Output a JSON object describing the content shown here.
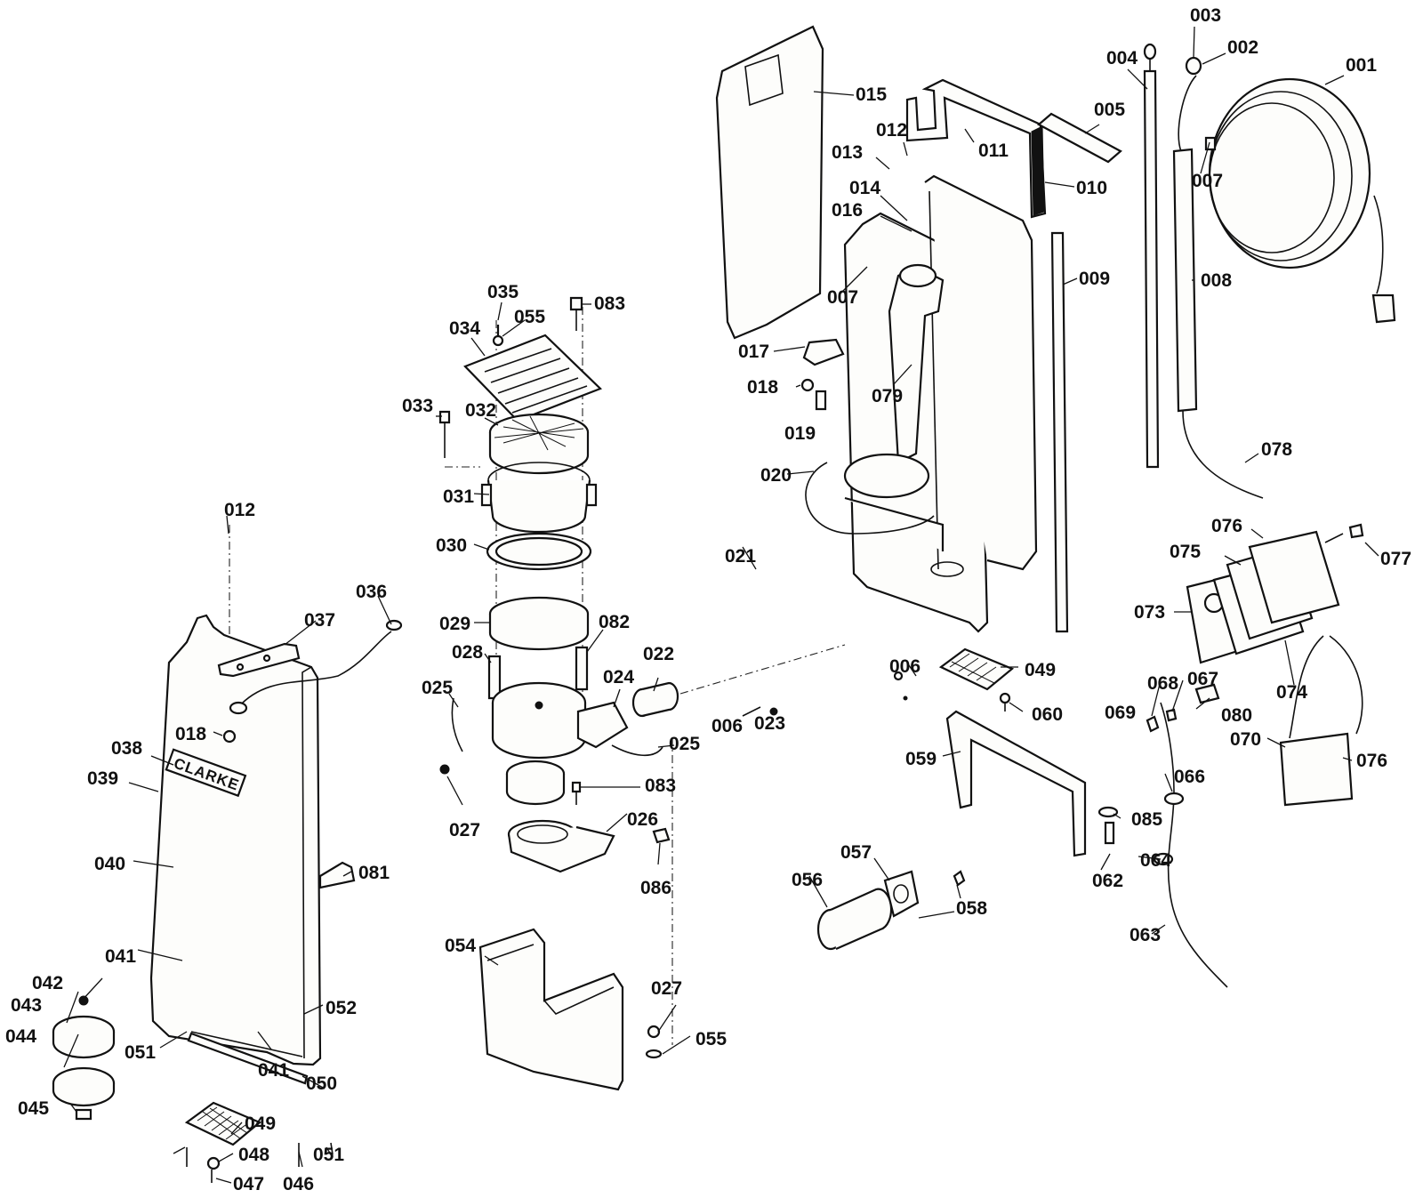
{
  "brand_text": "CLARKE",
  "parts": {
    "p001": "001",
    "p002": "002",
    "p003": "003",
    "p004": "004",
    "p005": "005",
    "p006a": "006",
    "p006b": "006",
    "p007a": "007",
    "p007b": "007",
    "p008": "008",
    "p009": "009",
    "p010": "010",
    "p011": "011",
    "p012a": "012",
    "p012b": "012",
    "p013": "013",
    "p014": "014",
    "p015": "015",
    "p016": "016",
    "p017": "017",
    "p018a": "018",
    "p018b": "018",
    "p019": "019",
    "p020": "020",
    "p021": "021",
    "p022": "022",
    "p023": "023",
    "p024": "024",
    "p025a": "025",
    "p025b": "025",
    "p026": "026",
    "p027a": "027",
    "p027b": "027",
    "p028": "028",
    "p029": "029",
    "p030": "030",
    "p031": "031",
    "p032": "032",
    "p033": "033",
    "p034": "034",
    "p035": "035",
    "p036": "036",
    "p037": "037",
    "p038": "038",
    "p039": "039",
    "p040": "040",
    "p041a": "041",
    "p041b": "041",
    "p042": "042",
    "p043": "043",
    "p044": "044",
    "p045": "045",
    "p046": "046",
    "p047": "047",
    "p048": "048",
    "p049a": "049",
    "p049b": "049",
    "p050": "050",
    "p051a": "051",
    "p051b": "051",
    "p052": "052",
    "p054": "054",
    "p055a": "055",
    "p055b": "055",
    "p056": "056",
    "p057": "057",
    "p058": "058",
    "p059": "059",
    "p060": "060",
    "p062": "062",
    "p063": "063",
    "p064": "064",
    "p066": "066",
    "p067": "067",
    "p068": "068",
    "p069": "069",
    "p070": "070",
    "p073": "073",
    "p074": "074",
    "p075": "075",
    "p076a": "076",
    "p076b": "076",
    "p077": "077",
    "p078": "078",
    "p079": "079",
    "p080": "080",
    "p081": "081",
    "p082": "082",
    "p083a": "083",
    "p083b": "083",
    "p085": "085",
    "p086": "086"
  }
}
